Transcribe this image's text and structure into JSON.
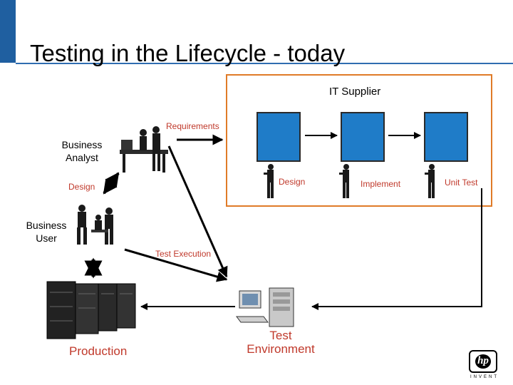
{
  "title": "Testing in the Lifecycle - today",
  "supplier_label": "IT Supplier",
  "labels": {
    "requirements": "Requirements",
    "business_analyst": "Business Analyst",
    "design_left": "Design",
    "design_right": "Design",
    "implement": "Implement",
    "unit_test": "Unit Test",
    "business_user": "Business User",
    "test_execution": "Test Execution",
    "production": "Production",
    "test_environment": "Test Environment"
  },
  "logo": {
    "text": "hp",
    "sub": "INVENT"
  },
  "colors": {
    "accent_blue": "#1f5fa0",
    "stage_blue": "#1f7cc8",
    "border_orange": "#e07b28",
    "label_red": "#c0392b"
  }
}
